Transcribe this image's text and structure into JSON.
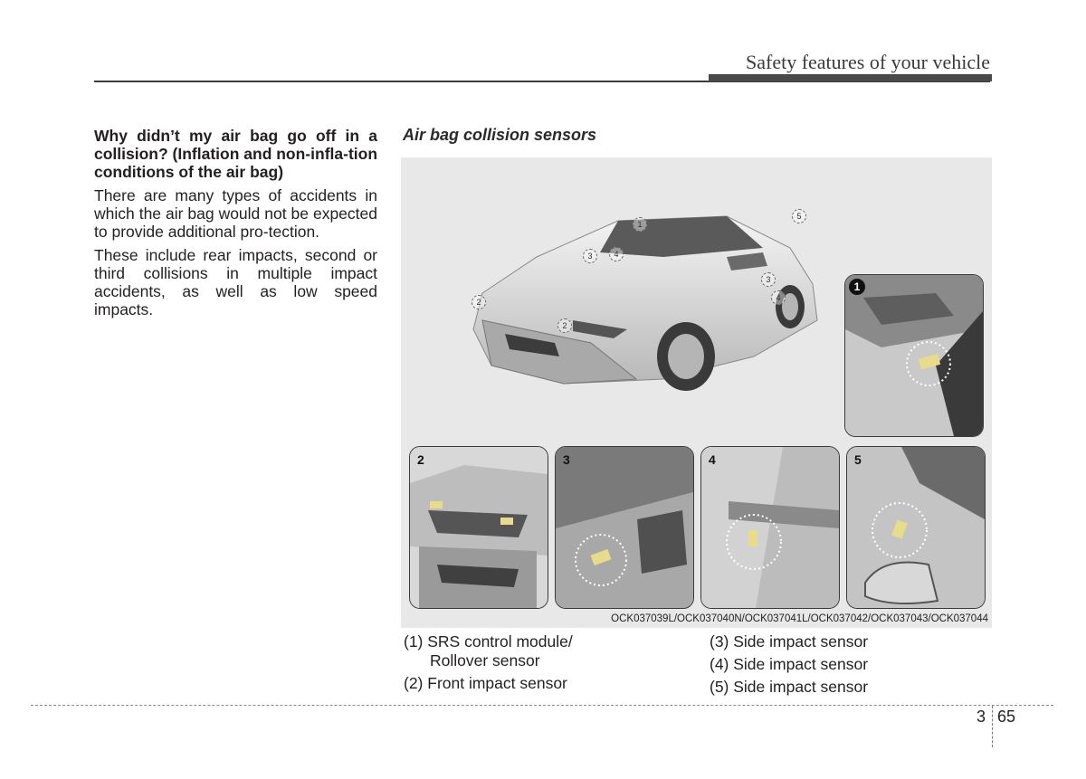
{
  "header": {
    "title": "Safety features of your vehicle"
  },
  "left": {
    "question": "Why didn’t my air bag go off in a collision? (Inflation and non-infla-tion conditions of the air bag)",
    "paragraphs": [
      "There are many types of accidents in which the air bag would not be expected to provide additional pro-tection.",
      "These include rear impacts, second or third collisions in multiple impact accidents, as well as low speed impacts."
    ]
  },
  "figure": {
    "title": "Air bag collision sensors",
    "code": "OCK037039L/OCK037040N/OCK037041L/OCK037042/OCK037043/OCK037044",
    "callouts": [
      "1",
      "2",
      "2",
      "3",
      "4",
      "3",
      "4",
      "5"
    ],
    "details": [
      {
        "num": "1"
      },
      {
        "num": "2"
      },
      {
        "num": "3"
      },
      {
        "num": "4"
      },
      {
        "num": "5"
      }
    ]
  },
  "legend": {
    "item1_line1": "(1) SRS control module/",
    "item1_line2": "Rollover sensor",
    "item2": "(2) Front impact sensor",
    "item3": "(3) Side impact sensor",
    "item4": "(4) Side impact sensor",
    "item5": "(5) Side impact sensor"
  },
  "footer": {
    "chapter": "3",
    "page": "65"
  },
  "colors": {
    "figure_bg": "#e8e8e8",
    "sensor": "#e8dc8a"
  }
}
